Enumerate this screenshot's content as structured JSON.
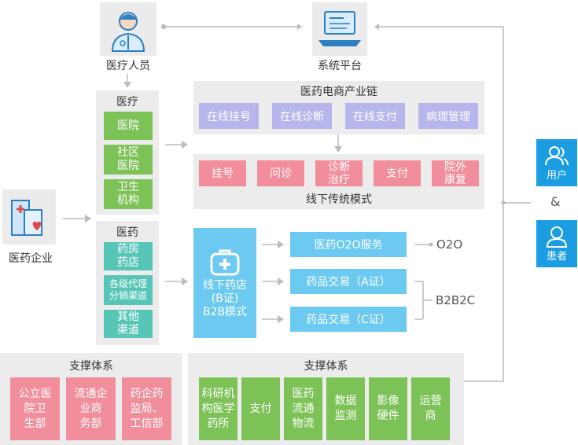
{
  "top": {
    "medical_staff": "医疗人员",
    "system_platform": "系统平台"
  },
  "left": {
    "enterprise": "医药企业"
  },
  "medical": {
    "title": "医疗",
    "items": [
      "医院",
      "社区\n医院",
      "卫生\n机构"
    ]
  },
  "pharma": {
    "title": "医药",
    "items": [
      "药房\n药店",
      "各级代理\n分销渠道",
      "其他\n渠道"
    ]
  },
  "chain": {
    "title": "医药电商产业链",
    "online": [
      "在线挂号",
      "在线诊断",
      "在线支付",
      "病理管理"
    ]
  },
  "offline": {
    "title": "线下传统模式",
    "items": [
      "挂号",
      "问诊",
      "诊断\n治疗",
      "支付",
      "院外\n康复"
    ]
  },
  "pharmacy": {
    "text": "线下药店\n(B证)\nB2B模式"
  },
  "services": [
    "医药O2O服务",
    "药品交易（A证）",
    "药品交易（C证）"
  ],
  "tags": {
    "o2o": "O2O",
    "b2b2c": "B2B2C"
  },
  "support_left": {
    "title": "支撑体系",
    "items": [
      "公立医\n院卫\n生部",
      "流通企\n业商\n务部",
      "药企药\n监局、\n工信部"
    ]
  },
  "support_right": {
    "title": "支撑体系",
    "items": [
      "科研机\n构医学\n药所",
      "支付",
      "医药\n流通\n物流",
      "数据\n监测",
      "影像\n硬件",
      "运营\n商"
    ]
  },
  "right": {
    "user": "用户",
    "amp": "&",
    "patient": "患者"
  },
  "colors": {
    "green": "#7cc257",
    "purple": "#b6b5ec",
    "pink": "#f28e9b",
    "teal": "#58c6b7",
    "sky": "#6cc9f0",
    "blue": "#1b9de2"
  }
}
